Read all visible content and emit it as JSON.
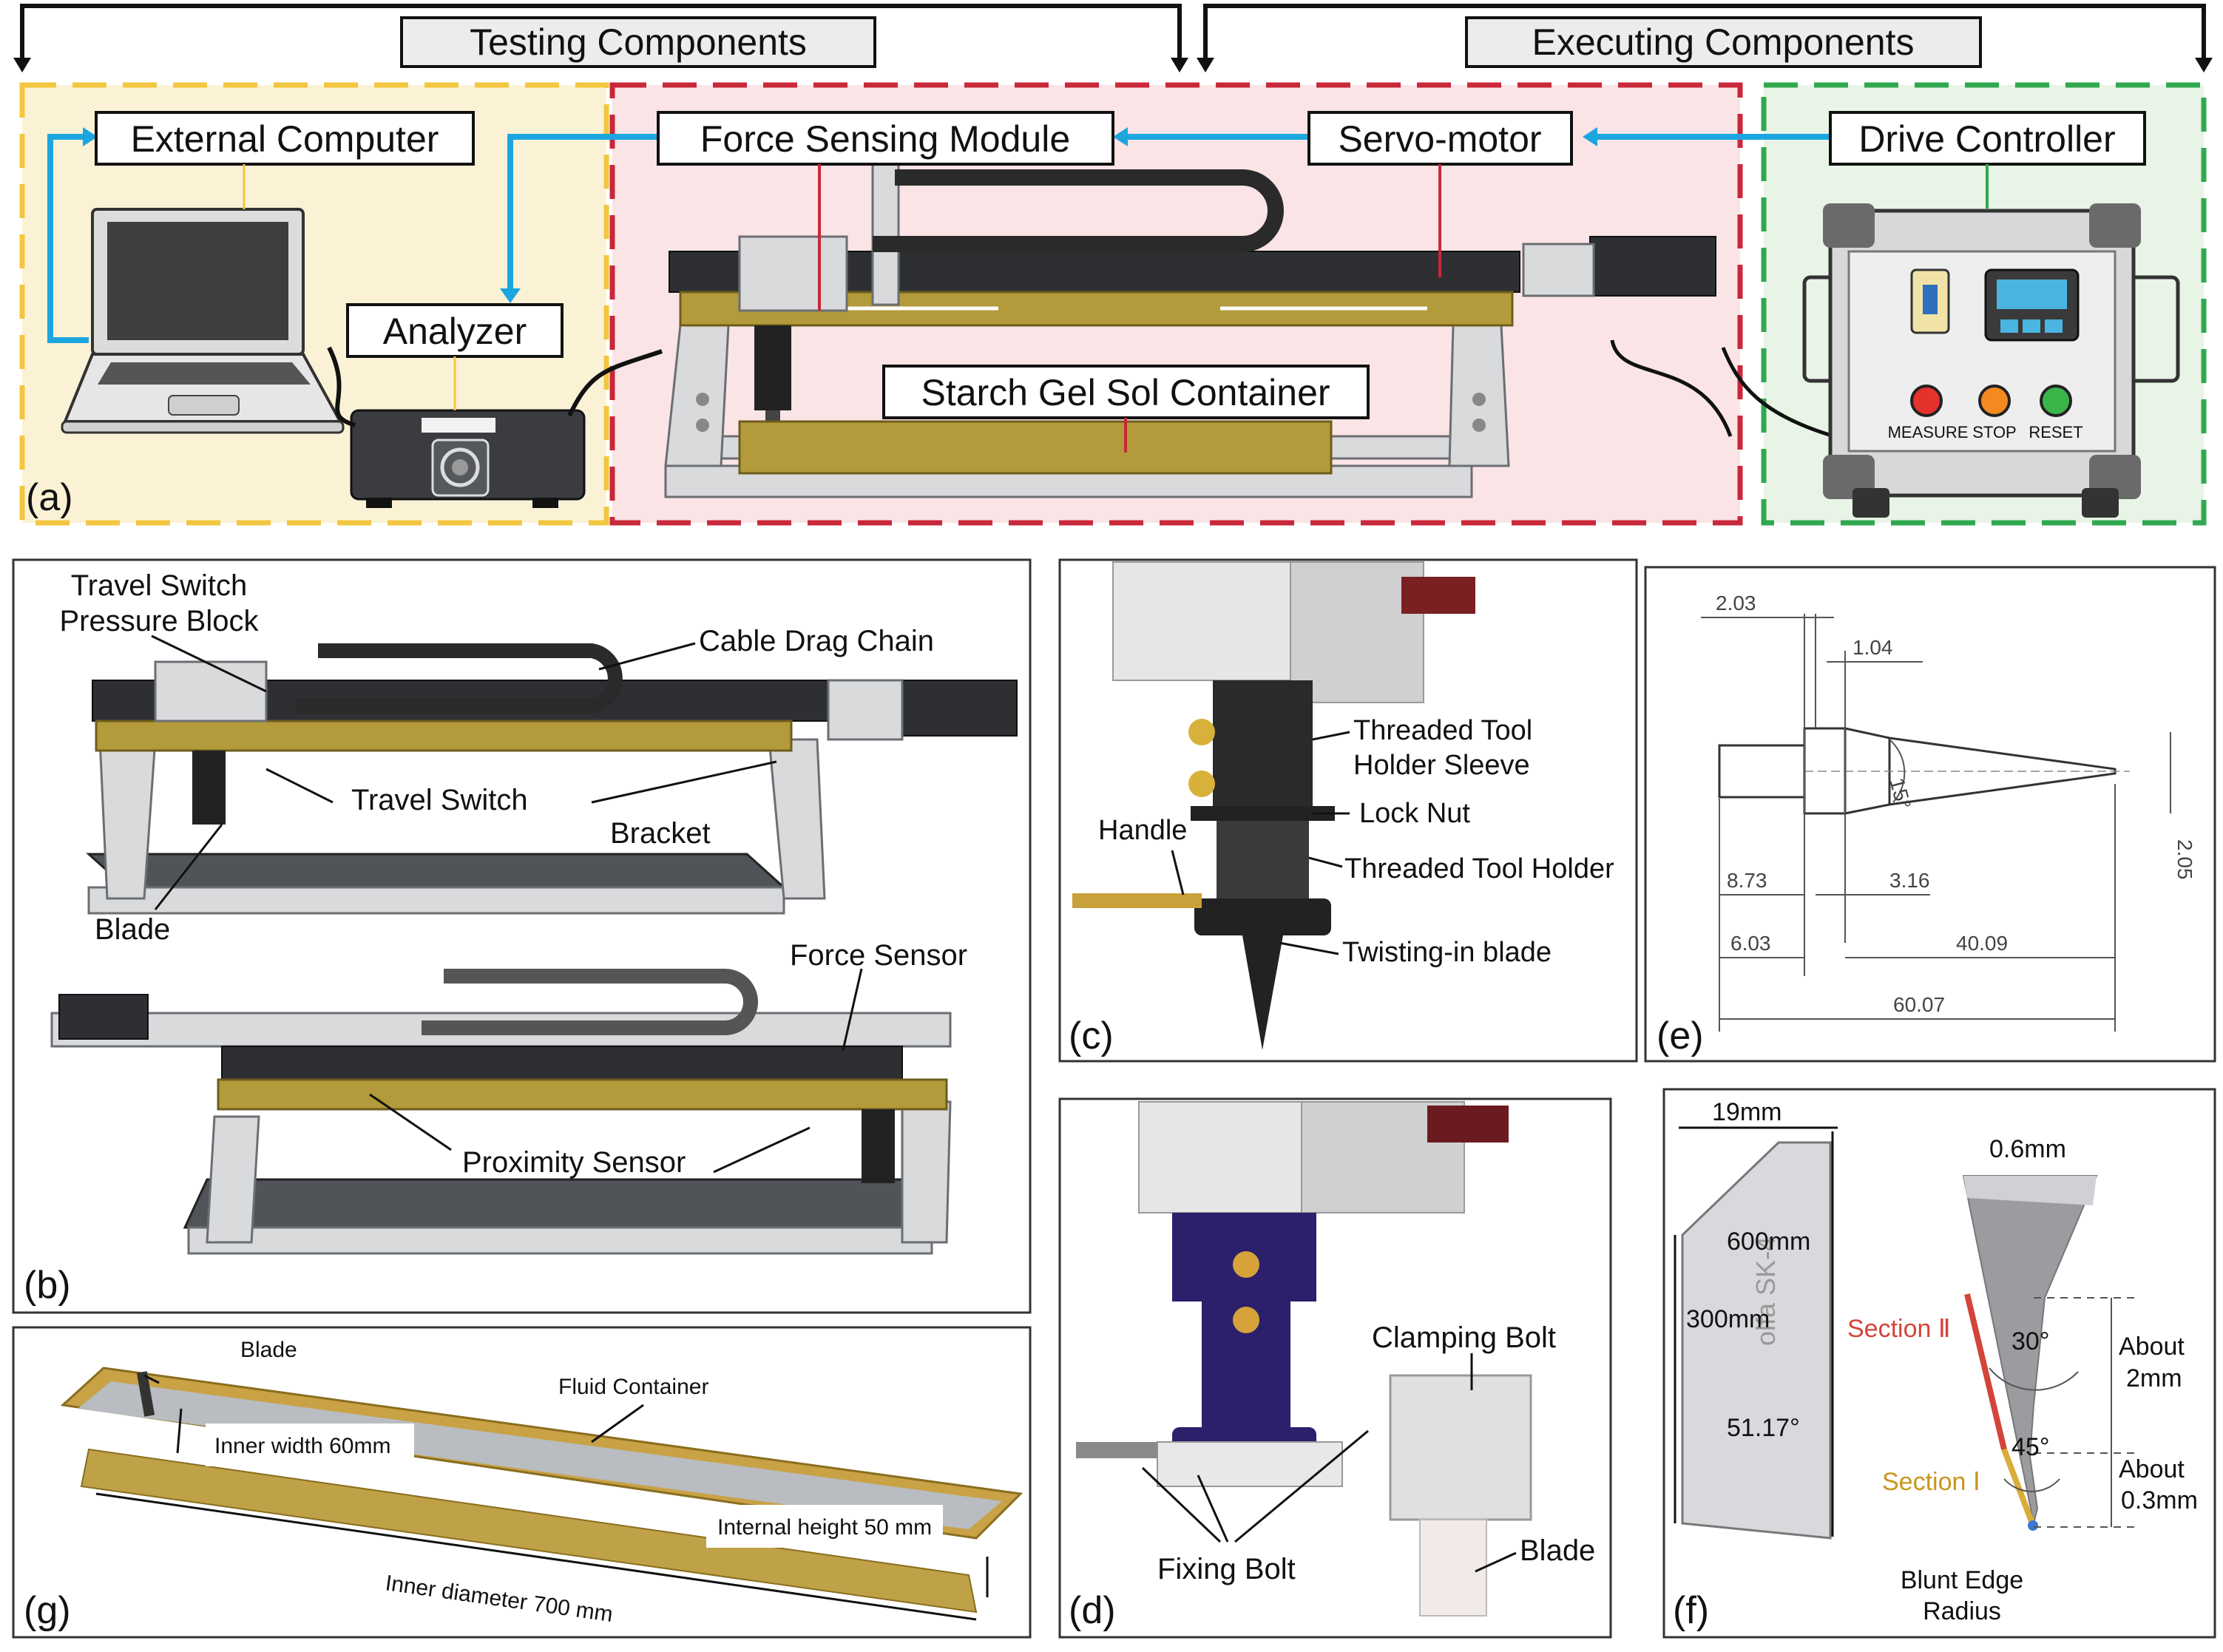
{
  "panel_a": {
    "header_testing": "Testing Components",
    "header_executing": "Executing Components",
    "external_computer": "External Computer",
    "force_sensing_module": "Force Sensing Module",
    "servo_motor": "Servo-motor",
    "drive_controller": "Drive Controller",
    "analyzer": "Analyzer",
    "starch_container": "Starch Gel Sol Container",
    "btn_measure": "MEASURE",
    "btn_stop": "STOP",
    "btn_reset": "RESET",
    "tag": "(a)",
    "colors": {
      "testing": "#f3c63f",
      "executing": "#c8283a",
      "controller": "#2fa84f",
      "arrow": "#1ba6e0"
    }
  },
  "panel_b": {
    "tag": "(b)",
    "travel_switch_pressure_block": [
      "Travel Switch",
      "Pressure Block"
    ],
    "cable_drag_chain": "Cable Drag Chain",
    "travel_switch": "Travel Switch",
    "bracket": "Bracket",
    "blade": "Blade",
    "force_sensor": "Force Sensor",
    "proximity_sensor": "Proximity Sensor"
  },
  "panel_c": {
    "tag": "(c)",
    "threaded_sleeve": [
      "Threaded Tool",
      "Holder Sleeve"
    ],
    "lock_nut": "Lock Nut",
    "handle": "Handle",
    "threaded_holder": "Threaded Tool Holder",
    "twisting_blade": "Twisting-in blade"
  },
  "panel_d": {
    "tag": "(d)",
    "clamping_bolt": "Clamping Bolt",
    "fixing_bolt": "Fixing Bolt",
    "blade": "Blade"
  },
  "panel_e": {
    "tag": "(e)",
    "dims": {
      "d1": "2.03",
      "d2": "1.04",
      "angle": "15°",
      "d3": "2.05",
      "d4": "8.73",
      "d5": "3.16",
      "d6": "6.03",
      "d7": "40.09",
      "d8": "60.07"
    }
  },
  "panel_f": {
    "tag": "(f)",
    "w19": "19mm",
    "l600": "600mm",
    "l300": "300mm",
    "angle51": "51.17°",
    "w06": "0.6mm",
    "section2": "Section Ⅱ",
    "section1": "Section Ⅰ",
    "a30": "30°",
    "a45": "45°",
    "about2": [
      "About",
      "2mm"
    ],
    "about03": [
      "About",
      "0.3mm"
    ],
    "blunt": [
      "Blunt Edge",
      "Radius"
    ],
    "stamp": "olfa SK-4"
  },
  "panel_g": {
    "tag": "(g)",
    "blade": "Blade",
    "fluid_container": "Fluid Container",
    "inner_width": "Inner width 60mm",
    "internal_height": "Internal height 50 mm",
    "inner_diameter": "Inner diameter 700 mm"
  }
}
